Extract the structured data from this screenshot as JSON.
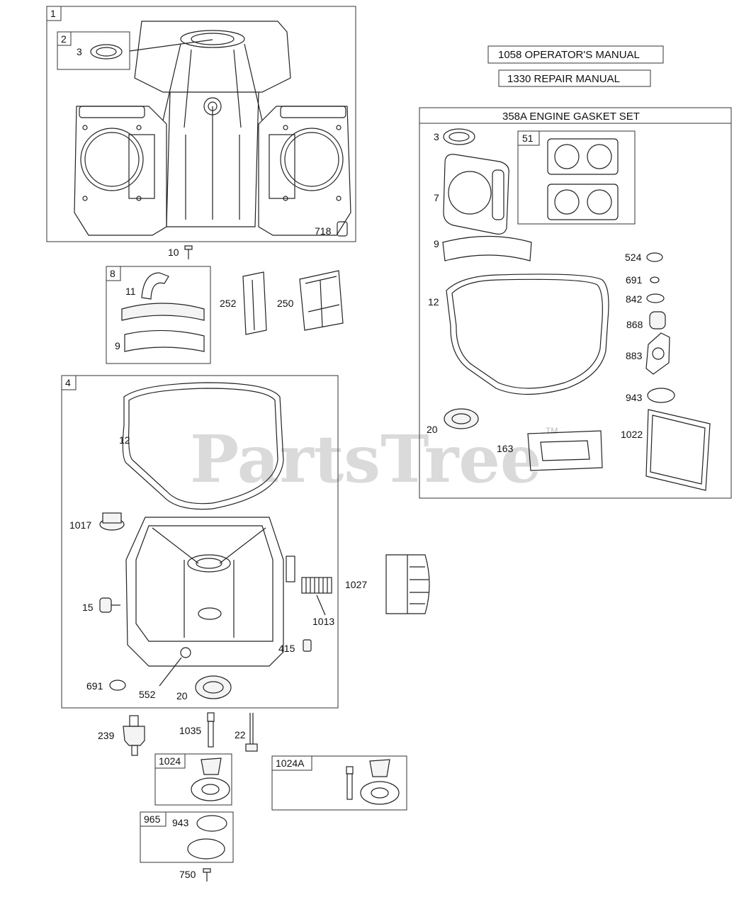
{
  "watermark": {
    "text": "PartsTree",
    "trademark": "TM"
  },
  "manuals": {
    "operators": "1058 OPERATOR'S MANUAL",
    "repair": "1330 REPAIR MANUAL"
  },
  "gasket_set": {
    "title": "358A ENGINE GASKET SET",
    "labels": {
      "seal": "3",
      "head_gasket_kit": "51",
      "head_gasket": "7",
      "breather_gasket": "9",
      "sump_gasket": "12",
      "oil_seal": "20",
      "gasket_163": "163",
      "retainer_524": "524",
      "seal_691": "691",
      "ring_842": "842",
      "plug_868": "868",
      "gasket_883": "883",
      "oring_943": "943",
      "cover_gasket": "1022"
    }
  },
  "cylinder": {
    "tag": "1",
    "sub_tag": "2",
    "seal": "3",
    "pin": "718",
    "screw": "10"
  },
  "breather": {
    "tag": "8",
    "tube": "11",
    "gasket": "9",
    "filter_252": "252",
    "filter_250": "250"
  },
  "sump": {
    "tag": "4",
    "gasket": "12",
    "cap": "1017",
    "plug": "15",
    "nipple": "1013",
    "filter": "1027",
    "dipstick": "415",
    "seal_691": "691",
    "plug_552": "552",
    "oil_seal": "20"
  },
  "lower": {
    "switch": "239",
    "shaft": "1035",
    "bolt": "22",
    "pump_tag": "1024",
    "pump_a_tag": "1024A",
    "cover_tag": "965",
    "oring": "943",
    "screw": "750"
  }
}
